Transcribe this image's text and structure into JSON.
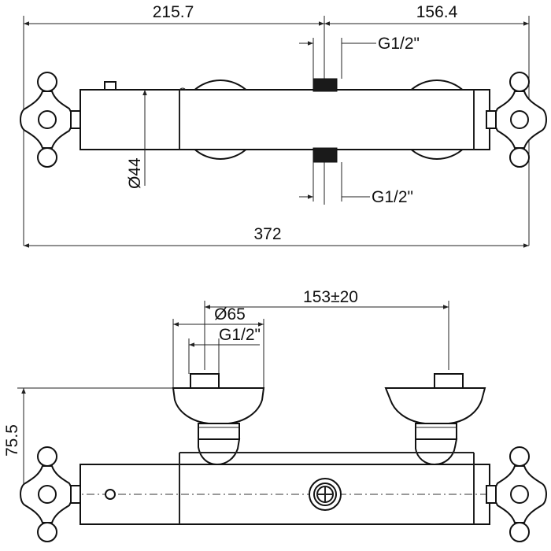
{
  "top_view": {
    "dim_left": "215.7",
    "dim_right": "156.4",
    "dim_total": "372",
    "dim_diameter": "Ø44",
    "inlet_top_label": "G1/2\"",
    "inlet_bottom_label": "G1/2\""
  },
  "front_view": {
    "dim_spacing": "153±20",
    "dim_eccentric_diameter": "Ø65",
    "dim_eccentric_thread": "G1/2\"",
    "dim_height": "75.5"
  }
}
